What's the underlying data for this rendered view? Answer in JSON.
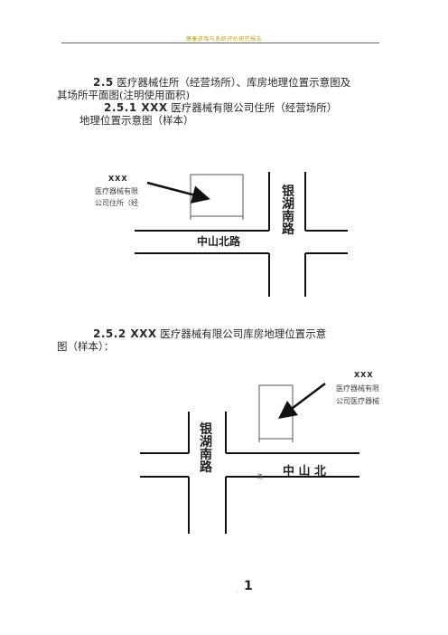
{
  "header": {
    "title": "健康游戏与系统评价研究报告"
  },
  "section_2_5": {
    "number": "2.5",
    "text_line1": "医疗器械住所（经营场所）、库房地理位置示意图及",
    "text_line2": "其场所平面图(注明使用面积)"
  },
  "section_2_5_1": {
    "number": "2.5.1 XXX",
    "text_line1": "医疗器械有限公司住所（经营场所）",
    "text_line2": "地理位置示意图（样本）"
  },
  "diagram1": {
    "company_xxx": "XXX",
    "company_line1": "医疗器械有限",
    "company_line2": "公司住所（经",
    "road_vertical": "银湖南路",
    "road_horizontal": "中山北路"
  },
  "section_2_5_2": {
    "number": "2.5.2 XXX",
    "text_line1": "医疗器械有限公司库房地理位置示意",
    "text_line2": "图（样本）："
  },
  "diagram2": {
    "company_xxx": "XXX",
    "company_line1": "医疗器械有限",
    "company_line2": "公司医疗器械",
    "road_vertical": "银湖南路",
    "road_horizontal": "中 山 北",
    "road_horizontal_tail": "路"
  },
  "footer": {
    "page_number": "1",
    "dot": "."
  }
}
